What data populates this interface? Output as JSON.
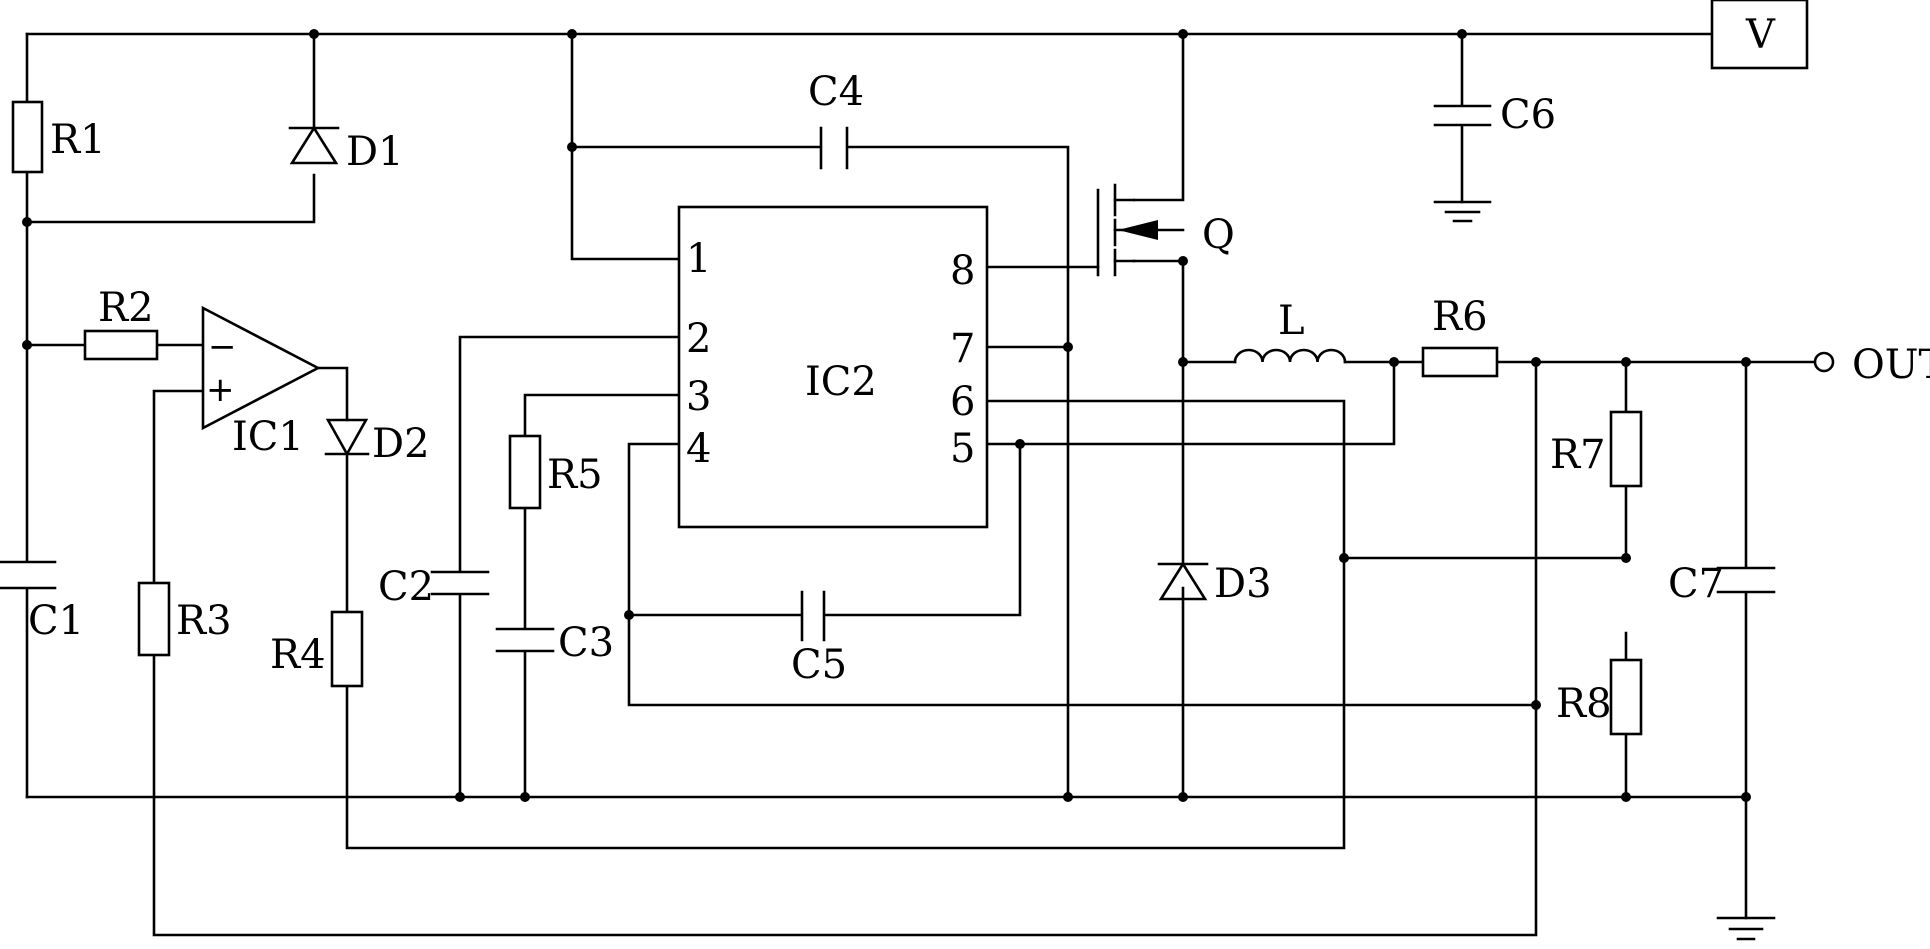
{
  "labels": {
    "R1": "R1",
    "R2": "R2",
    "R3": "R3",
    "R4": "R4",
    "R5": "R5",
    "R6": "R6",
    "R7": "R7",
    "R8": "R8",
    "C1": "C1",
    "C2": "C2",
    "C3": "C3",
    "C4": "C4",
    "C5": "C5",
    "C6": "C6",
    "C7": "C7",
    "D1": "D1",
    "D2": "D2",
    "D3": "D3",
    "IC1": "IC1",
    "IC2": "IC2",
    "Q": "Q",
    "L": "L",
    "V": "V",
    "OUT": "OUT"
  },
  "ic1_inputs": {
    "minus": "−",
    "plus": "+"
  },
  "ic2_pins": [
    "1",
    "2",
    "3",
    "4",
    "5",
    "6",
    "7",
    "8"
  ]
}
